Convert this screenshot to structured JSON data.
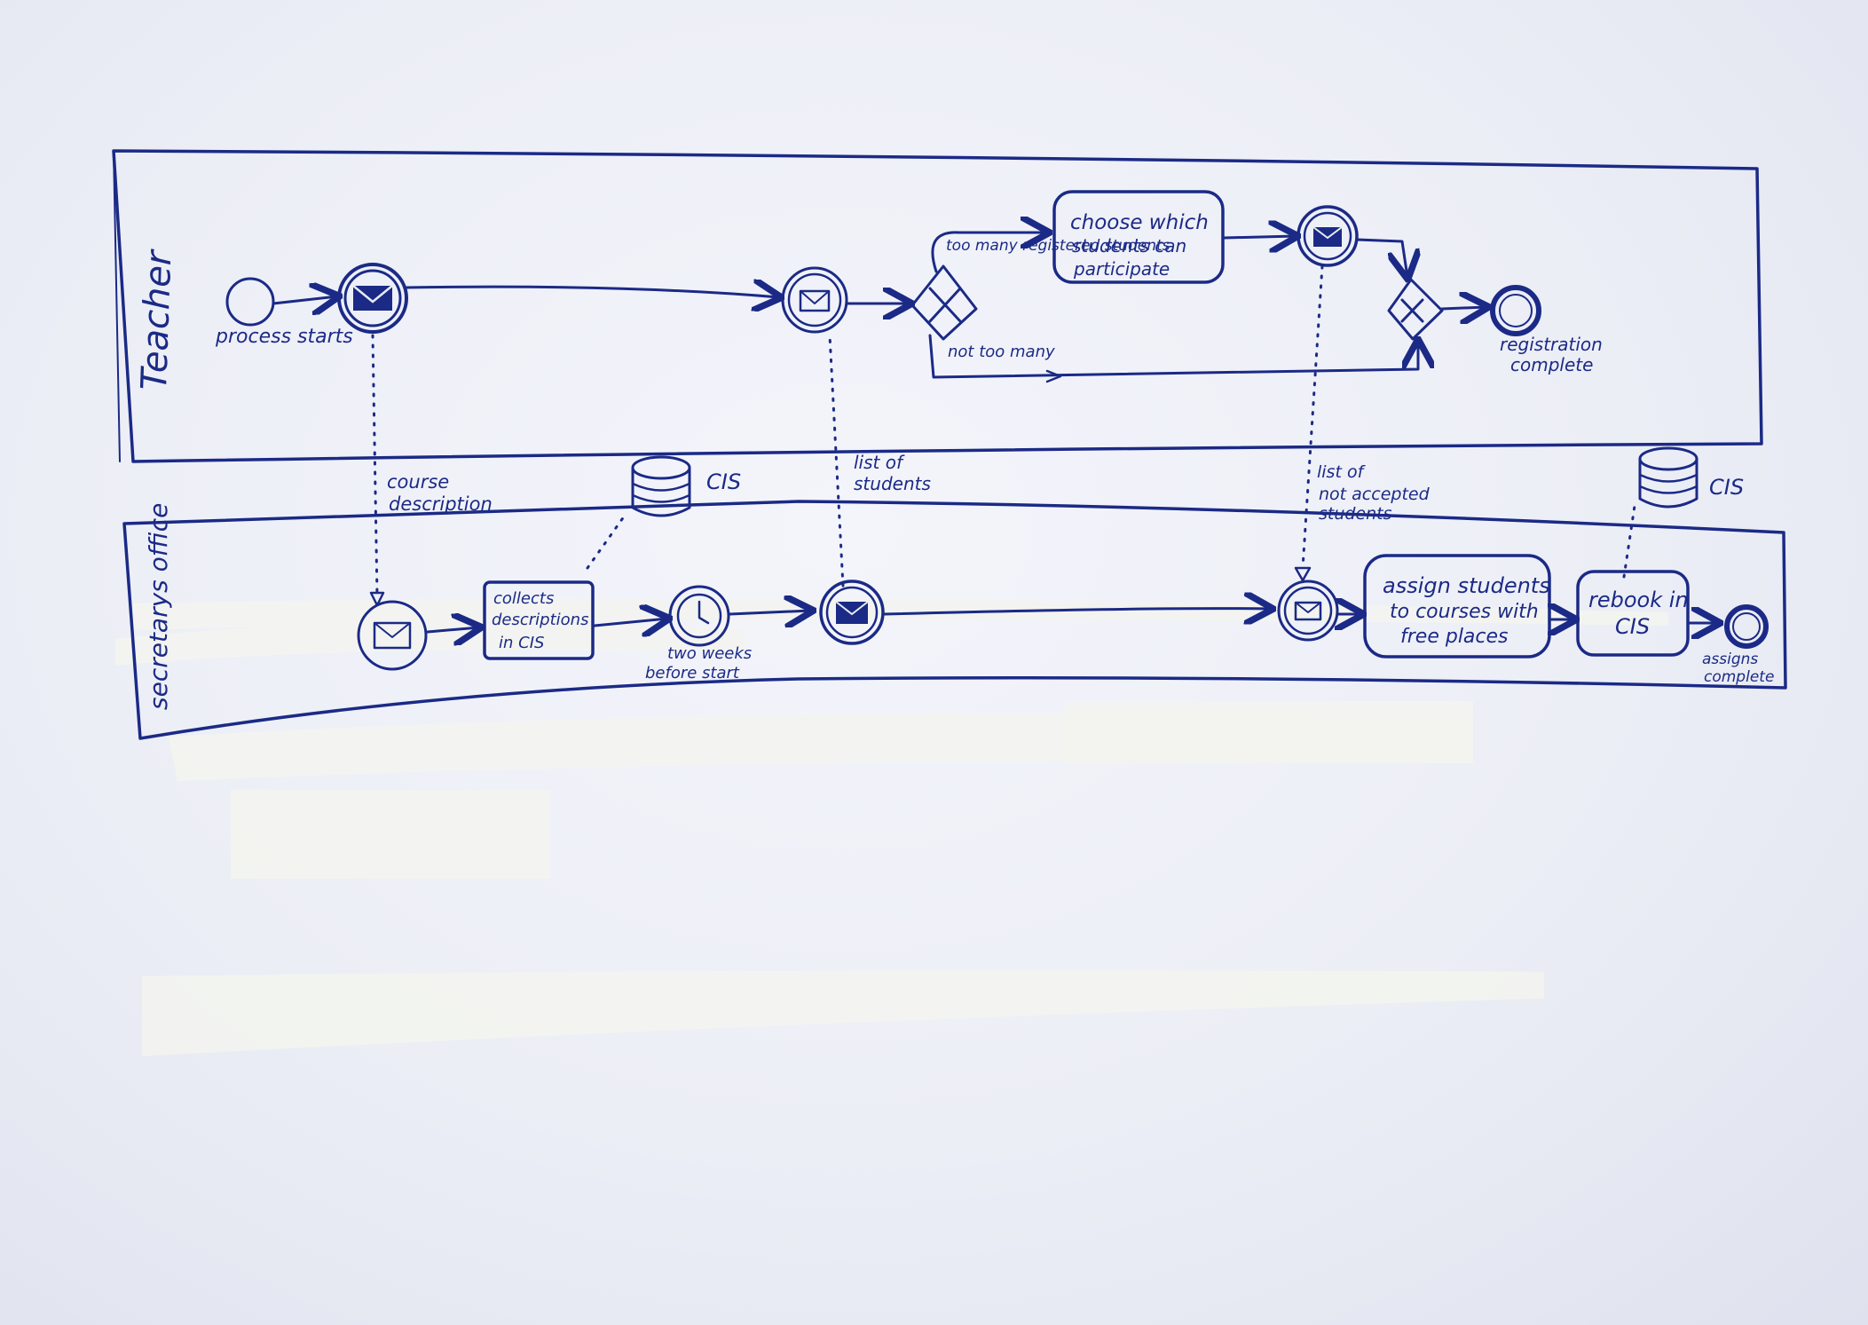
{
  "diagram": {
    "lanes": {
      "teacher": "Teacher",
      "secretary": "secretarys office"
    },
    "teacher_lane": {
      "start_event": "process starts",
      "gateway_yes": "too many registered students",
      "gateway_no": "not too many",
      "task_choose": [
        "choose which",
        "students can",
        "participate"
      ],
      "end_event": [
        "registration",
        "complete"
      ]
    },
    "secretary_lane": {
      "task_collects": [
        "collects",
        "descriptions",
        "in CIS"
      ],
      "timer_event": [
        "two weeks",
        "before start"
      ],
      "task_assign": [
        "assign students",
        "to courses with",
        "free places"
      ],
      "task_rebook": [
        "rebook in",
        "CIS"
      ],
      "end_event": [
        "assigns",
        "complete"
      ]
    },
    "messages": {
      "course_description": [
        "course",
        "description"
      ],
      "list_students": [
        "list of",
        "students"
      ],
      "list_not_accepted": [
        "list of",
        "not accepted",
        "students"
      ]
    },
    "data_stores": {
      "cis_left": "CIS",
      "cis_right": "CIS"
    },
    "colors": {
      "ink": "#1b2a86",
      "paper": "#eceef6"
    }
  }
}
